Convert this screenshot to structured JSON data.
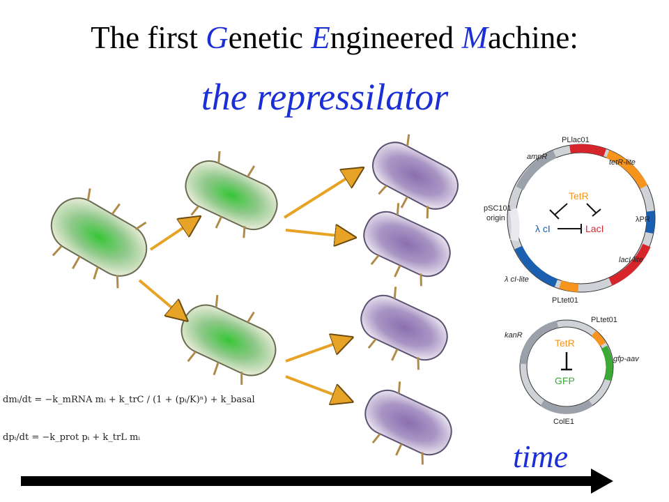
{
  "header": {
    "title_parts": [
      "The first ",
      "G",
      "enetic ",
      "E",
      "ngineered ",
      "M",
      "achine:"
    ],
    "subtitle": "the repressilator"
  },
  "timeline": {
    "label": "time"
  },
  "equations": {
    "eq1": "dmᵢ/dt = −k_mRNA mᵢ + k_trC / (1 + (pᵢ/K)ⁿ) + k_basal",
    "eq2": "dpᵢ/dt = −k_prot pᵢ + k_trL mᵢ"
  },
  "plasmid1": {
    "labels": {
      "pl_lac": "PLlac01",
      "tetr_lite": "tetR-lite",
      "ampr": "ampR",
      "lambda_pr": "λPR",
      "psc101": "pSC101",
      "origin": "origin",
      "laci_lite": "lacI-lite",
      "cl_lite": "λ cI-lite",
      "pl_tet": "PLtet01"
    },
    "network": {
      "tetr": "TetR",
      "ci": "λ cI",
      "laci": "LacI"
    }
  },
  "plasmid2": {
    "labels": {
      "kanr": "kanR",
      "pl_tet": "PLtet01",
      "gfp_aav": "gfp-aav",
      "cole1": "ColE1"
    },
    "network": {
      "tetr": "TetR",
      "gfp": "GFP"
    }
  },
  "colors": {
    "title_accent": "#1b2fd6",
    "arrow": "#e6a325",
    "orange": "#f7941d",
    "red": "#d7262b",
    "blue": "#1a5fb0",
    "green": "#3aa935",
    "gray": "#9aa1aa"
  }
}
